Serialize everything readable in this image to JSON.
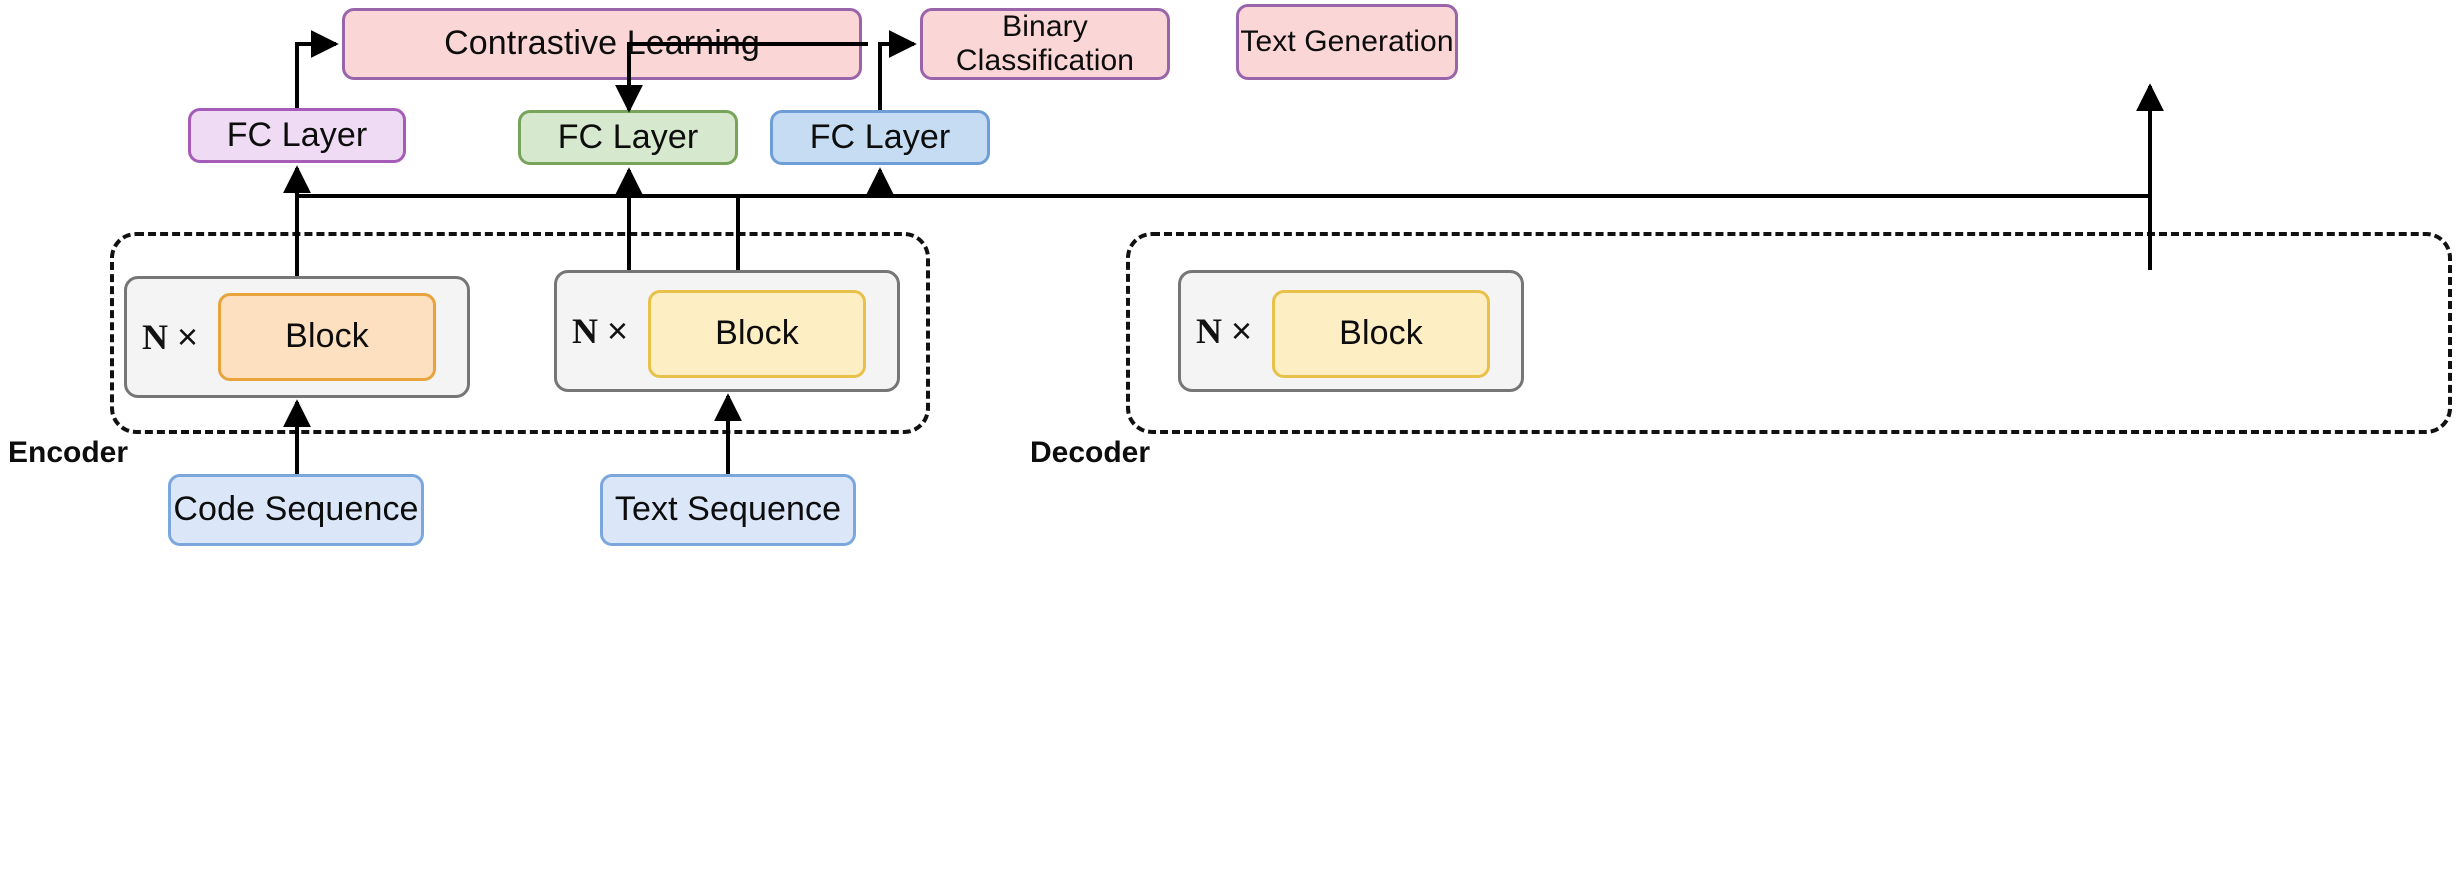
{
  "diagram": {
    "title_text": "",
    "colors": {
      "task_fill": "#fad6d6",
      "task_border": "#9a64aa",
      "fc_purple_fill": "#efdcf4",
      "fc_purple_border": "#a55cb8",
      "fc_green_fill": "#d6e8cd",
      "fc_green_border": "#77a35b",
      "fc_blue_fill": "#c5dcf3",
      "fc_blue_border": "#6f9ed6",
      "sequence_fill": "#dbe7f9",
      "sequence_border": "#7ba7dd",
      "block_orange_fill": "#fde0c0",
      "block_orange_border": "#e8a33d",
      "block_yellow_fill": "#fdeec4",
      "block_yellow_border": "#e8c14a",
      "stack_fill": "#f4f4f4",
      "stack_border": "#767676",
      "wire": "#000000",
      "dashed_border": "#111111"
    },
    "tasks": [
      {
        "id": "contrastive-learning",
        "label": "Contrastive Learning"
      },
      {
        "id": "binary-classification",
        "label": "Binary Classification"
      },
      {
        "id": "text-generation",
        "label": "Text Generation"
      }
    ],
    "fc_layers": [
      {
        "id": "fc-layer-code",
        "label": "FC Layer",
        "color": "purple"
      },
      {
        "id": "fc-layer-text",
        "label": "FC Layer",
        "color": "green"
      },
      {
        "id": "fc-layer-match",
        "label": "FC Layer",
        "color": "blue"
      }
    ],
    "groups": [
      {
        "id": "encoder",
        "label": "Encoder"
      },
      {
        "id": "decoder",
        "label": "Decoder"
      }
    ],
    "stacks": [
      {
        "id": "encoder-code-stack",
        "repeat_symbol": "N",
        "times_symbol": "×",
        "block_label": "Block",
        "block_color": "orange"
      },
      {
        "id": "encoder-text-stack",
        "repeat_symbol": "N",
        "times_symbol": "×",
        "block_label": "Block",
        "block_color": "yellow"
      },
      {
        "id": "decoder-stack",
        "repeat_symbol": "N",
        "times_symbol": "×",
        "block_label": "Block",
        "block_color": "yellow"
      }
    ],
    "inputs": [
      {
        "id": "code-sequence",
        "label": "Code Sequence"
      },
      {
        "id": "text-sequence",
        "label": "Text Sequence"
      }
    ]
  }
}
